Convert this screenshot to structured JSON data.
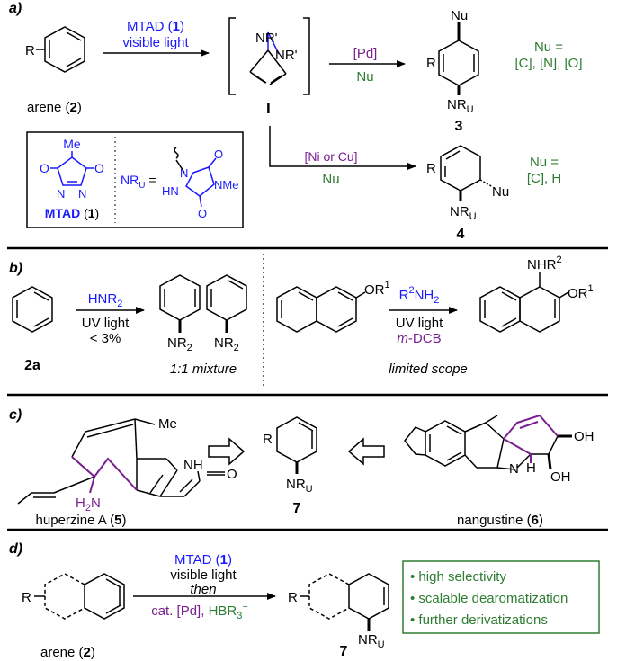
{
  "colors": {
    "blue": "#1a1aff",
    "green": "#2e7d32",
    "purple": "#7a1f8f",
    "black": "#000000"
  },
  "panels": [
    {
      "label": "a)",
      "reagent_top_1": "MTAD (",
      "reagent_top_num": "1",
      "reagent_top_2": ")",
      "reagent_bottom": "visible light",
      "start_label_1": "arene (",
      "start_num": "2",
      "start_label_2": ")",
      "ring_substituent": "R",
      "bicycle_n1": "NR'",
      "bicycle_n2": "NR'",
      "intermediate_label": "I",
      "pd_catalyst": "[Pd]",
      "pd_nucleophile": "Nu",
      "product3_nu": "Nu",
      "product3_r": "R",
      "product3_nr": "NR",
      "product3_sub": "U",
      "product3_num": "3",
      "nu_def_3_1": "Nu =",
      "nu_def_3_2": "[C], [N], [O]",
      "ni_catalyst": "[Ni or Cu]",
      "ni_nucleophile": "Nu",
      "product4_r": "R",
      "product4_nu": "Nu",
      "product4_nr": "NR",
      "product4_sub": "U",
      "product4_num": "4",
      "nu_def_4_1": "Nu =",
      "nu_def_4_2": "[C], H",
      "mtad_me": "Me",
      "mtad_o1": "O",
      "mtad_o2": "O",
      "mtad_n1": "N",
      "mtad_n2": "N",
      "mtad_name": "MTAD",
      "mtad_num_1": " (",
      "mtad_num": "1",
      "mtad_num_2": ")",
      "nru_lhs": "NR",
      "nru_sub": "U",
      "nru_eq": " =",
      "nru_n": "N",
      "nru_hn": "HN",
      "nru_nme": "NMe",
      "nru_o1": "O",
      "nru_o2": "O"
    },
    {
      "label": "b)",
      "start_num": "2a",
      "reagent": "HNR",
      "reagent_sub": "2",
      "cond_1": "UV light",
      "cond_2": "< 3%",
      "prod_nr_1": "NR",
      "prod_nr_1_sub": "2",
      "prod_nr_2": "NR",
      "prod_nr_2_sub": "2",
      "mixture_note": "1:1 mixture",
      "naph_or": "OR",
      "naph_or_sup": "1",
      "amine": "R",
      "amine_sup": "2",
      "amine_rest": "NH",
      "amine_sub": "2",
      "cond_3": "UV light",
      "cond_4_italic": "m",
      "cond_4_rest": "-DCB",
      "prod_nhr": "NHR",
      "prod_nhr_sup": "2",
      "prod_or": "OR",
      "prod_or_sup": "1",
      "scope_note": "limited scope"
    },
    {
      "label": "c)",
      "hup_me": "Me",
      "hup_nh": "NH",
      "hup_o": "O",
      "hup_h2n": "H",
      "hup_h2n_sub": "2",
      "hup_h2n_n": "N",
      "hup_name_1": "huperzine A (",
      "hup_num": "5",
      "hup_name_2": ")",
      "core_r": "R",
      "core_nr": "NR",
      "core_sub": "U",
      "core_num": "7",
      "nan_oh1": "OH",
      "nan_oh2": "OH",
      "nan_n": "N",
      "nan_h": "H",
      "nan_name_1": "nangustine (",
      "nan_num": "6",
      "nan_name_2": ")"
    },
    {
      "label": "d)",
      "r_sub": "R",
      "start_label_1": "arene (",
      "start_num": "2",
      "start_label_2": ")",
      "cond_top_1": "MTAD (",
      "cond_top_num": "1",
      "cond_top_2": ")",
      "cond_2": "visible light",
      "cond_then": "then",
      "cond_cat": "cat. [Pd], ",
      "cond_hbr": "HBR",
      "cond_hbr_sub": "3",
      "cond_hbr_sup": "−",
      "prod_r": "R",
      "prod_nr": "NR",
      "prod_sub": "U",
      "prod_num": "7",
      "bullets": [
        "high selectivity",
        "scalable dearomatization",
        "further derivatizations"
      ]
    }
  ]
}
